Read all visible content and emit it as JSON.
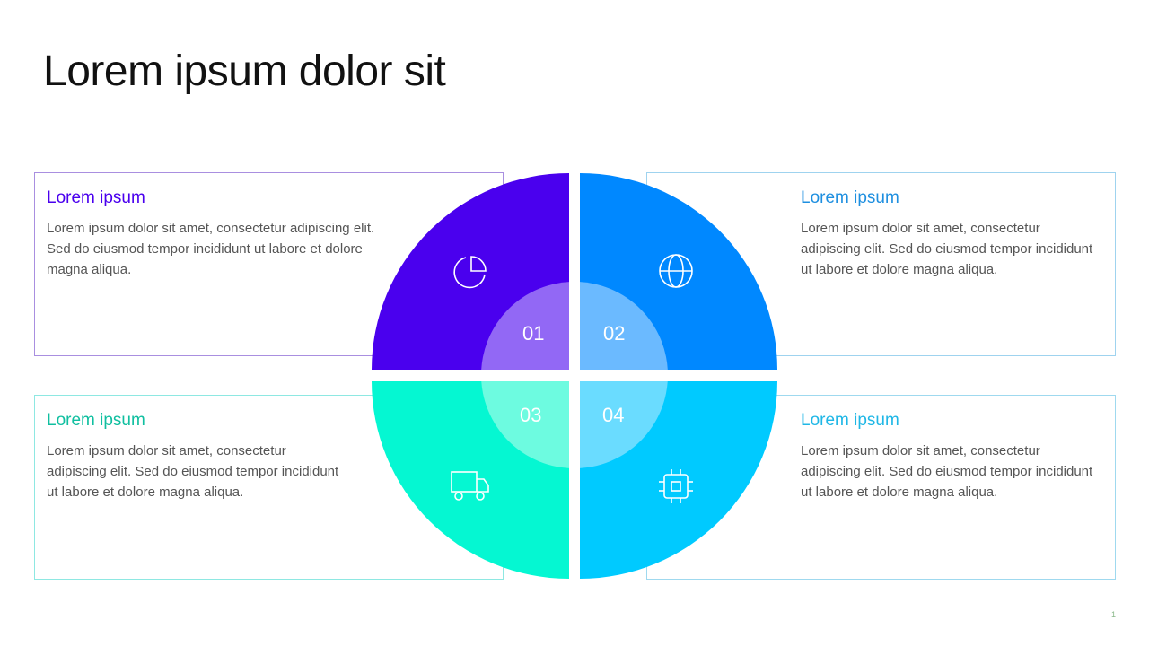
{
  "title": "Lorem ipsum dolor sit",
  "items": [
    {
      "number": "01",
      "heading": "Lorem ipsum",
      "body": "Lorem ipsum dolor sit amet, consectetur adipiscing elit. Sed do eiusmod tempor incididunt ut labore et dolore magna aliqua.",
      "icon": "pie-chart-icon",
      "color": "#4a00ee",
      "inner_color": "#9268f5"
    },
    {
      "number": "02",
      "heading": "Lorem ipsum",
      "body": "Lorem ipsum dolor sit amet, consectetur adipiscing elit. Sed do eiusmod tempor incididunt ut labore et dolore magna aliqua.",
      "icon": "globe-icon",
      "color": "#0088ff",
      "inner_color": "#6bbaff"
    },
    {
      "number": "03",
      "heading": "Lorem ipsum",
      "body": "Lorem ipsum dolor sit amet, consectetur adipiscing elit. Sed do eiusmod tempor incididunt ut labore et dolore magna aliqua.",
      "icon": "truck-icon",
      "color": "#05f7d2",
      "inner_color": "#6dfbe0"
    },
    {
      "number": "04",
      "heading": "Lorem ipsum",
      "body": "Lorem ipsum dolor sit amet, consectetur adipiscing elit. Sed do eiusmod tempor incididunt ut labore et dolore magna aliqua.",
      "icon": "chip-icon",
      "color": "#00caff",
      "inner_color": "#6adcff"
    }
  ],
  "heading_colors": [
    "#4a00ee",
    "#1e8fe0",
    "#10bfa0",
    "#1fb7e6"
  ],
  "page_number": "1"
}
